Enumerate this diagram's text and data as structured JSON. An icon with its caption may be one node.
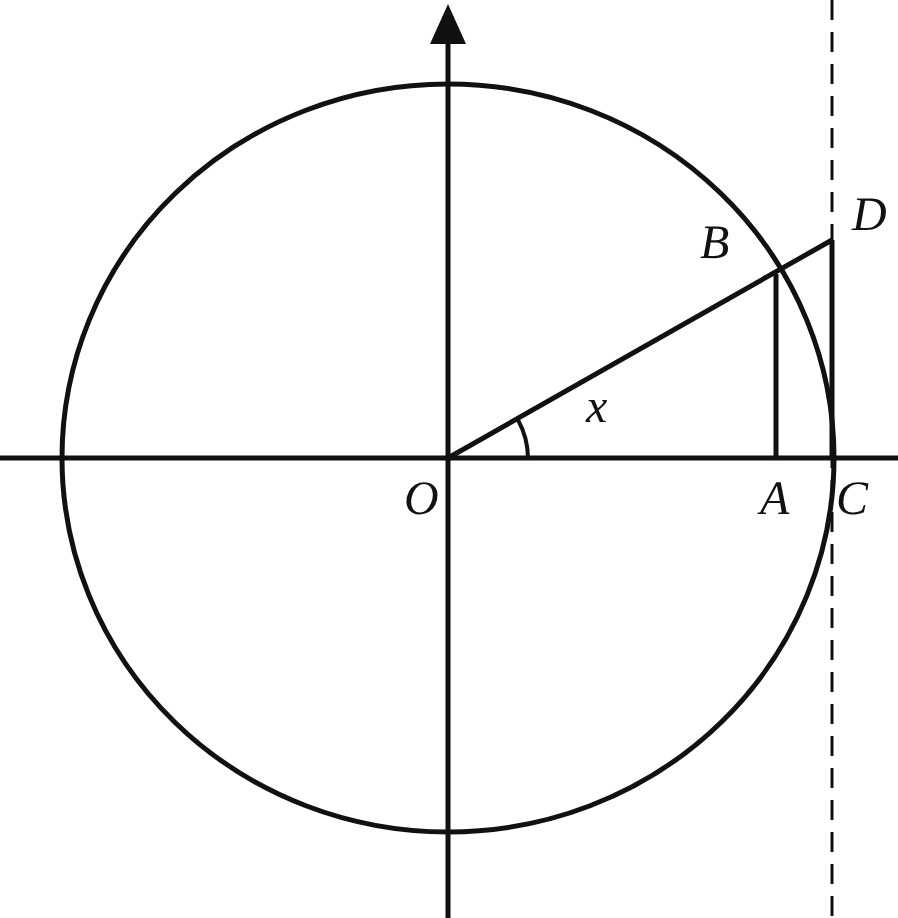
{
  "diagram": {
    "labels": [
      "B",
      "D",
      "x",
      "O",
      "A",
      "C"
    ]
  }
}
